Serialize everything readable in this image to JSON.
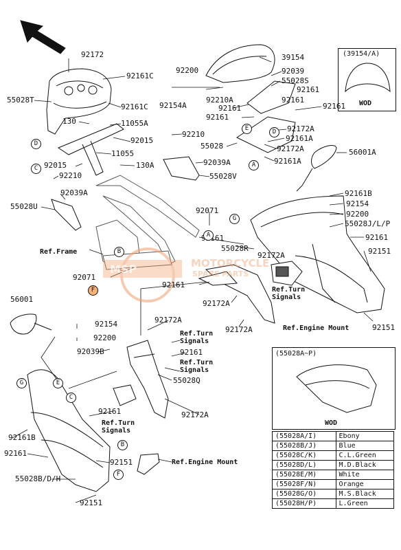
{
  "callouts": {
    "c92172_top": "92172",
    "c92161C_a": "92161C",
    "c55028T": "55028T",
    "c92161C_b": "92161C",
    "c130": "130",
    "c11055A": "11055A",
    "c92015_a": "92015",
    "c11055": "11055",
    "c92015_b": "92015",
    "c130A": "130A",
    "c92210_a": "92210",
    "c92039A_a": "92039A",
    "c55028U": "55028U",
    "c92200_top": "92200",
    "c92154A": "92154A",
    "c92210A": "92210A",
    "c92161_a": "92161",
    "c92161_b": "92161",
    "c39154": "39154",
    "c92039": "92039",
    "c55028S": "55028S",
    "c92161_c": "92161",
    "c92161_d": "92161",
    "c92161_e": "92161",
    "c92172A_a": "92172A",
    "c92161A_a": "92161A",
    "c92172A_b": "92172A",
    "c92161A_b": "92161A",
    "c92210_b": "92210",
    "c55028": "55028",
    "c92039A_b": "92039A",
    "c55028V": "55028V",
    "c56001A": "56001A",
    "c92071_a": "92071",
    "c92161_f": "92161",
    "c55028R": "55028R",
    "c92172A_c": "92172A",
    "c92161B_a": "92161B",
    "c92154_a": "92154",
    "c92200_a": "92200",
    "c55028JLP": "55028J/L/P",
    "c92161_g": "92161",
    "c92151_a": "92151",
    "c92071_b": "92071",
    "c92161_h": "92161",
    "c92172A_d": "92172A",
    "c92172A_e": "92172A",
    "c92151_b": "92151",
    "c56001": "56001",
    "c92154_b": "92154",
    "c92200_b": "92200",
    "c92039B": "92039B",
    "c92172A_f": "92172A",
    "c92161_i": "92161",
    "c55028Q": "55028Q",
    "c92161_j": "92161",
    "c92172A_g": "92172A",
    "c92161B_b": "92161B",
    "c92161_k": "92161",
    "c92151_c": "92151",
    "c55028BDH": "55028B/D/H",
    "c92151_d": "92151"
  },
  "refs": {
    "frame": "Ref.Frame",
    "turn_a": "Ref.Turn\nSignals",
    "engine_mount_a": "Ref.Engine Mount",
    "turn_b": "Ref.Turn\nSignals",
    "turn_c": "Ref.Turn\nSignals",
    "turn_d": "Ref.Turn\nSignals",
    "engine_mount_b": "Ref.Engine Mount"
  },
  "circle_markers": {
    "A1": "A",
    "A2": "A",
    "A3": "A",
    "B1": "B",
    "B2": "B",
    "C1": "C",
    "C2": "C",
    "D1": "D",
    "D2": "D",
    "E1": "E",
    "E2": "E",
    "F1": "F",
    "F2": "F",
    "G1": "G",
    "G2": "G"
  },
  "inset_top": {
    "title": "(39154/A)",
    "footer": "WOD"
  },
  "inset_bottom": {
    "title": "(55028A~P)",
    "footer": "WOD"
  },
  "color_table": [
    {
      "code": "(55028A/I)",
      "color": "Ebony"
    },
    {
      "code": "(55028B/J)",
      "color": "Blue"
    },
    {
      "code": "(55028C/K)",
      "color": "C.L.Green"
    },
    {
      "code": "(55028D/L)",
      "color": "M.D.Black"
    },
    {
      "code": "(55028E/M)",
      "color": "White"
    },
    {
      "code": "(55028F/N)",
      "color": "Orange"
    },
    {
      "code": "(55028G/O)",
      "color": "M.S.Black"
    },
    {
      "code": "(55028H/P)",
      "color": "L.Green"
    }
  ],
  "watermark": {
    "brand": "MOTORCYCLE",
    "badge": "MSP",
    "sub": "SPARE PARTS"
  },
  "colors": {
    "line": "#111111",
    "part_fill": "#ffffff",
    "shade": "#cfcfcf",
    "marker_fill": "#f7b27a",
    "watermark": "#f0a070"
  }
}
